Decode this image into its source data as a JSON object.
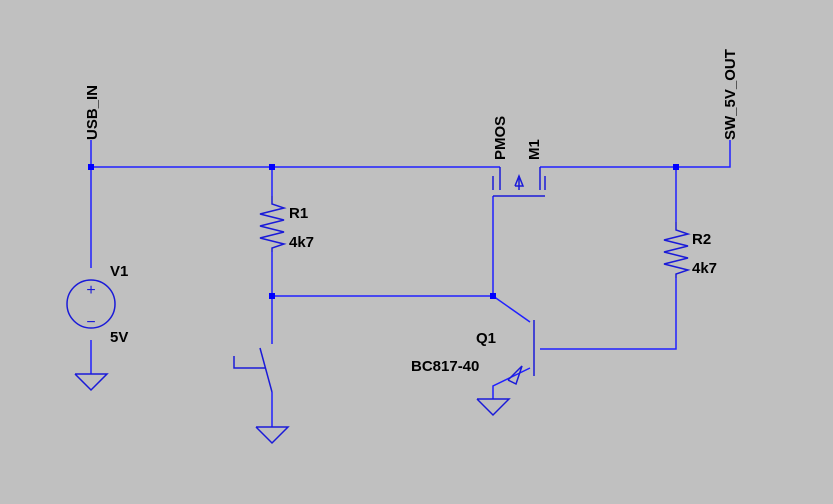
{
  "colors": {
    "background": "#c0c0c0",
    "wire": "#2020ff",
    "component": "#1a1ad8",
    "junction": "#0000ff",
    "text": "#000000"
  },
  "net_labels": {
    "usb_in": "USB_IN",
    "sw_out": "SW_5V_OUT"
  },
  "v1": {
    "name": "V1",
    "value": "5V"
  },
  "r1": {
    "name": "R1",
    "value": "4k7"
  },
  "r2": {
    "name": "R2",
    "value": "4k7"
  },
  "m1": {
    "name": "M1",
    "model": "PMOS"
  },
  "q1": {
    "name": "Q1",
    "model": "BC817-40"
  },
  "voltage_source_symbols": {
    "plus": "+",
    "minus": "−"
  }
}
